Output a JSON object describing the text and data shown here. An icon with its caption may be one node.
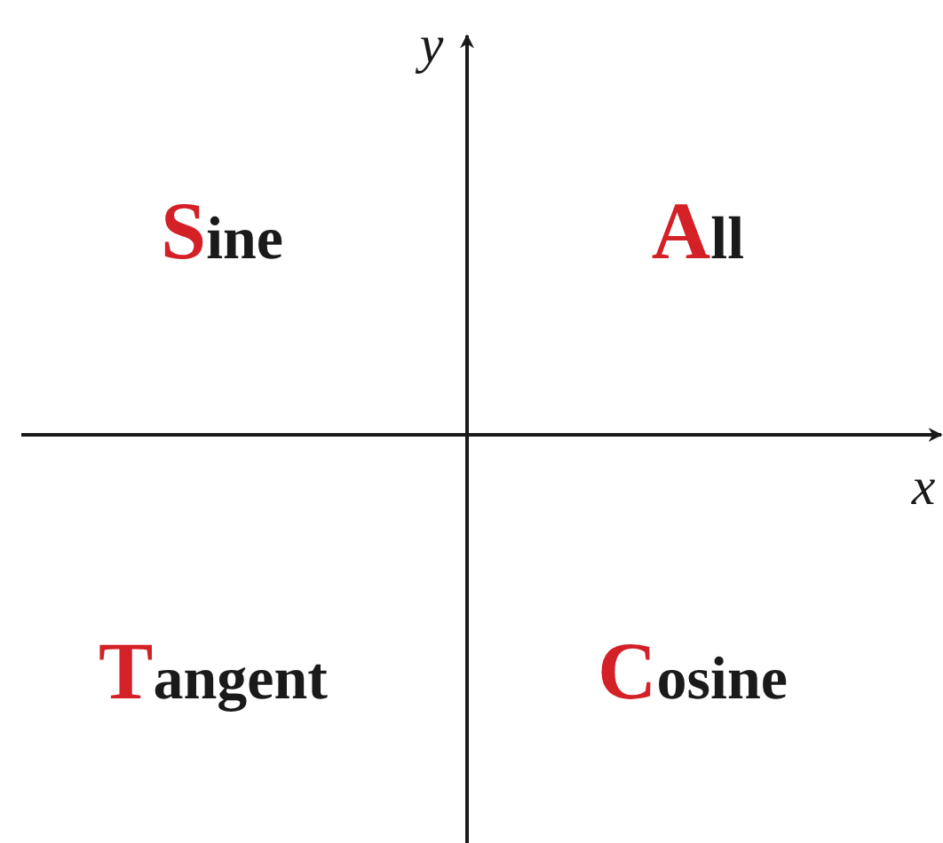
{
  "diagram": {
    "labels": [
      "y",
      "Sine",
      "All",
      "x",
      "Tangent",
      "Cosine"
    ]
  }
}
